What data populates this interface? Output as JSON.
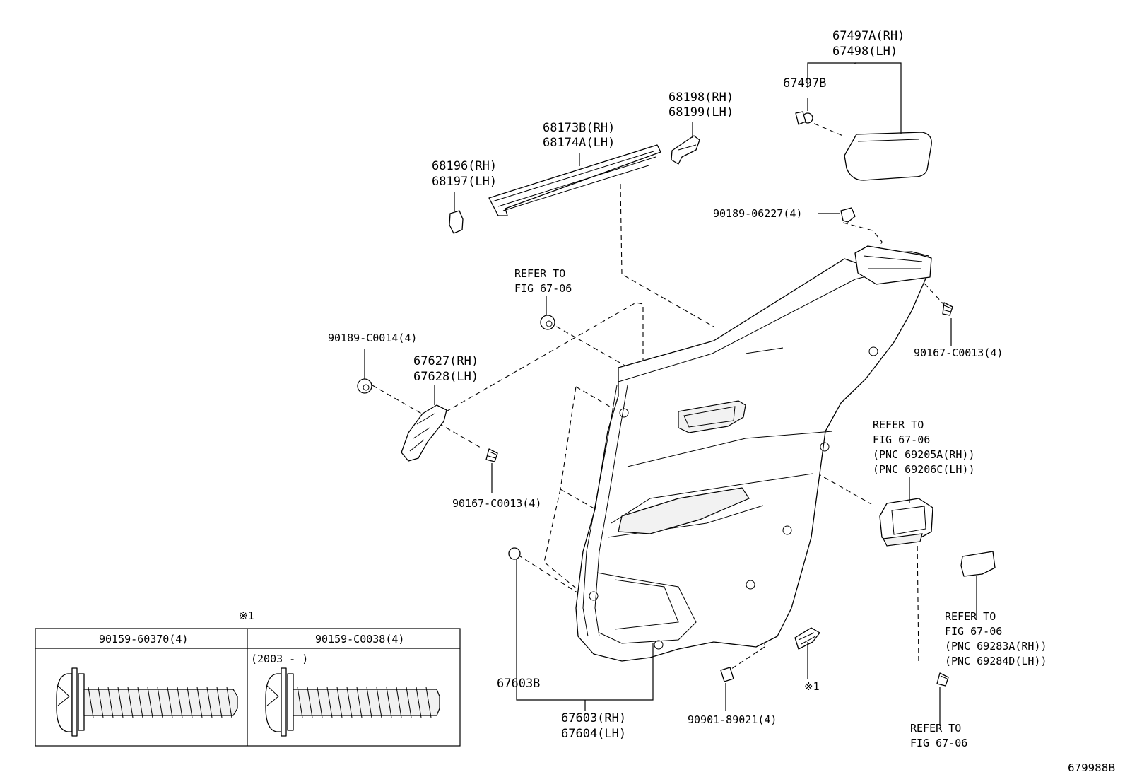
{
  "diagram_id": "679988B",
  "note_symbol": "※1",
  "labels": {
    "p67497a": "67497A(RH)",
    "p67498": "67498(LH)",
    "p67497b": "67497B",
    "p68198": "68198(RH)",
    "p68199": "68199(LH)",
    "p68173b": "68173B(RH)",
    "p68174a": "68174A(LH)",
    "p68196": "68196(RH)",
    "p68197": "68197(LH)",
    "p90189_06227": "90189-06227(4)",
    "refer_top_1": "REFER TO",
    "refer_top_2": "FIG 67-06",
    "p90189_c0014": "90189-C0014(4)",
    "p67627": "67627(RH)",
    "p67628": "67628(LH)",
    "p90167_c0013_right": "90167-C0013(4)",
    "p90167_c0013_left": "90167-C0013(4)",
    "refer_handle_1": "REFER TO",
    "refer_handle_2": "FIG 67-06",
    "refer_handle_3": "(PNC 69205A(RH))",
    "refer_handle_4": "(PNC 69206C(LH))",
    "refer_cover_1": "REFER TO",
    "refer_cover_2": "FIG 67-06",
    "refer_cover_3": "(PNC 69283A(RH))",
    "refer_cover_4": "(PNC 69284D(LH))",
    "refer_bottom_1": "REFER TO",
    "refer_bottom_2": "FIG 67-06",
    "p67603b": "67603B",
    "p67603": "67603(RH)",
    "p67604": "67604(LH)",
    "p90901_89021": "90901-89021(4)",
    "screw_note": "※1"
  },
  "inset_table": {
    "title": "※1",
    "col1_header": "90159-60370(4)",
    "col2_header": "90159-C0038(4)",
    "col2_date": "(2003 -      )"
  }
}
